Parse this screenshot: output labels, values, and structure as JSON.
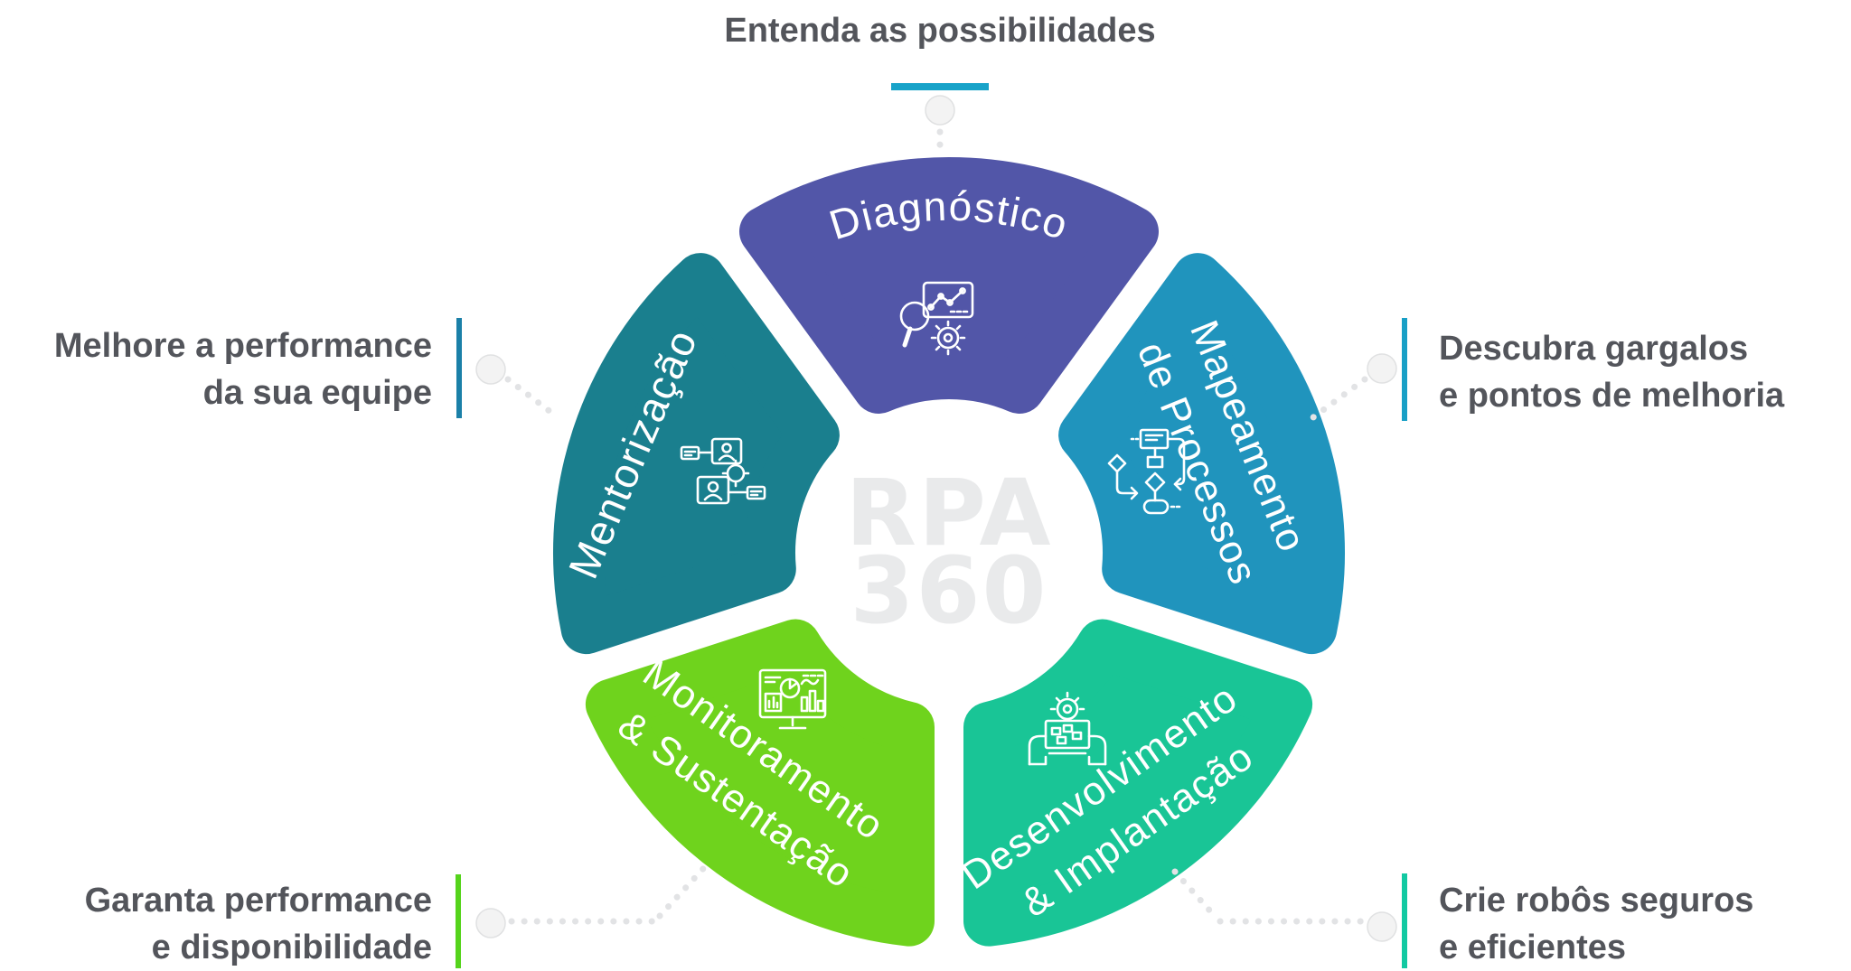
{
  "center": {
    "title_line1": "RPA",
    "title_line2": "360",
    "color": "#e9eaeb"
  },
  "wheel": {
    "segments": [
      {
        "id": "diagnostico",
        "label_lines": [
          "Diagnóstico"
        ],
        "color": "#5256a8",
        "icon": "magnifier-analytics-gear-icon"
      },
      {
        "id": "mapeamento",
        "label_lines": [
          "Mapeamento",
          "de Processos"
        ],
        "color": "#2094bd",
        "icon": "flowchart-icon"
      },
      {
        "id": "desenvolvimento",
        "label_lines": [
          "Desenvolvimento",
          "& Implantação"
        ],
        "color": "#19c596",
        "icon": "robot-assembly-icon"
      },
      {
        "id": "monitoramento",
        "label_lines": [
          "Monitoramento",
          "& Sustentação"
        ],
        "color": "#6fd31d",
        "icon": "monitor-dashboard-icon"
      },
      {
        "id": "mentorizacao",
        "label_lines": [
          "Mentorização"
        ],
        "color": "#1a7f8e",
        "icon": "video-mentoring-icon"
      }
    ]
  },
  "callouts": {
    "text_color": "#53555b",
    "top": {
      "text": "Entenda as possibilidades",
      "accent_color": "#18a3c9"
    },
    "left": {
      "lines": [
        "Melhore a performance",
        "da sua equipe"
      ],
      "accent_color": "#1b80a8"
    },
    "right": {
      "lines": [
        "Descubra gargalos",
        "e pontos de melhoria"
      ],
      "accent_color": "#189fc6"
    },
    "bottom_left": {
      "lines": [
        "Garanta performance",
        "e disponibilidade"
      ],
      "accent_color": "#55d41c"
    },
    "bottom_right": {
      "lines": [
        "Crie robôs seguros",
        "e eficientes"
      ],
      "accent_color": "#12c9a2"
    }
  }
}
